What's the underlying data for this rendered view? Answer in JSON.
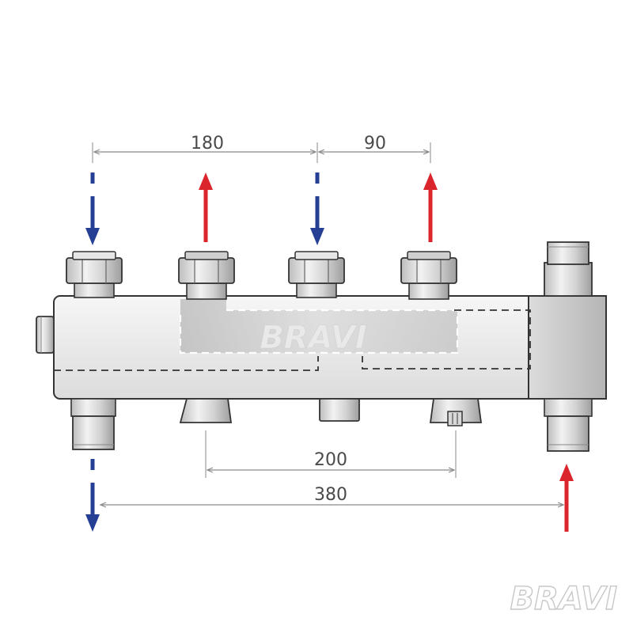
{
  "diagram": {
    "dimensions": {
      "d180": "180",
      "d90": "90",
      "d200": "200",
      "d380": "380"
    },
    "watermark_text": "BRAVI",
    "logo_text": "BRAVI",
    "colors": {
      "supply": "#d9252b",
      "return": "#243f94",
      "body_edge": "#333333",
      "dimension_line": "#8a8a8a"
    }
  }
}
